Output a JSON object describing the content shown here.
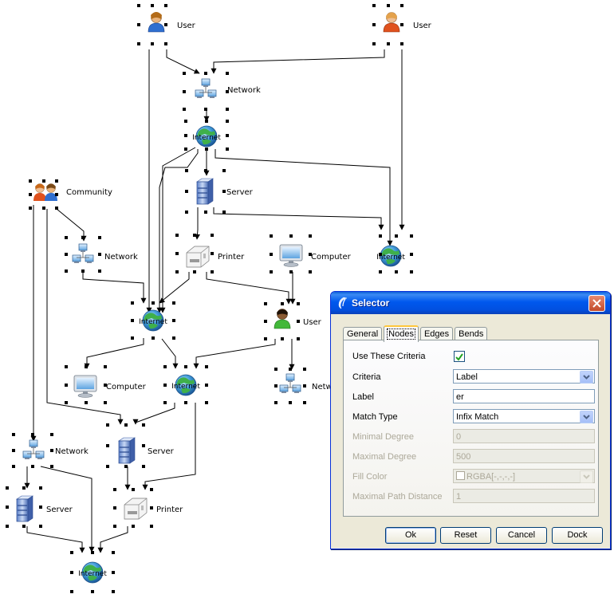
{
  "graph": {
    "nodes": {
      "user_a": "User",
      "user_b": "User",
      "network_1": "Network",
      "internet_1": "Internet",
      "server_1": "Server",
      "community": "Community",
      "network_2": "Network",
      "printer_1": "Printer",
      "computer_1": "Computer",
      "internet_2": "Internet",
      "internet_3": "Internet",
      "user_c": "User",
      "computer_2": "Computer",
      "internet_4": "Internet",
      "network_3": "Netw",
      "server_2": "Server",
      "network_4": "Network",
      "server_3": "Server",
      "printer_2": "Printer",
      "internet_5": "Internet"
    }
  },
  "dialog": {
    "title": "Selector",
    "tabs": [
      "General",
      "Nodes",
      "Edges",
      "Bends"
    ],
    "active_tab": "Nodes",
    "fields": {
      "use_criteria": {
        "label": "Use These Criteria",
        "checked": true
      },
      "criteria": {
        "label": "Criteria",
        "value": "Label"
      },
      "label": {
        "label": "Label",
        "value": "er"
      },
      "match_type": {
        "label": "Match Type",
        "value": "Infix Match"
      },
      "min_degree": {
        "label": "Minimal Degree",
        "value": "0"
      },
      "max_degree": {
        "label": "Maximal Degree",
        "value": "500"
      },
      "fill_color": {
        "label": "Fill Color",
        "value": "RGBA[-,-,-,-]"
      },
      "max_path": {
        "label": "Maximal Path Distance",
        "value": "1"
      }
    },
    "buttons": {
      "ok": "Ok",
      "reset": "Reset",
      "cancel": "Cancel",
      "dock": "Dock"
    }
  }
}
